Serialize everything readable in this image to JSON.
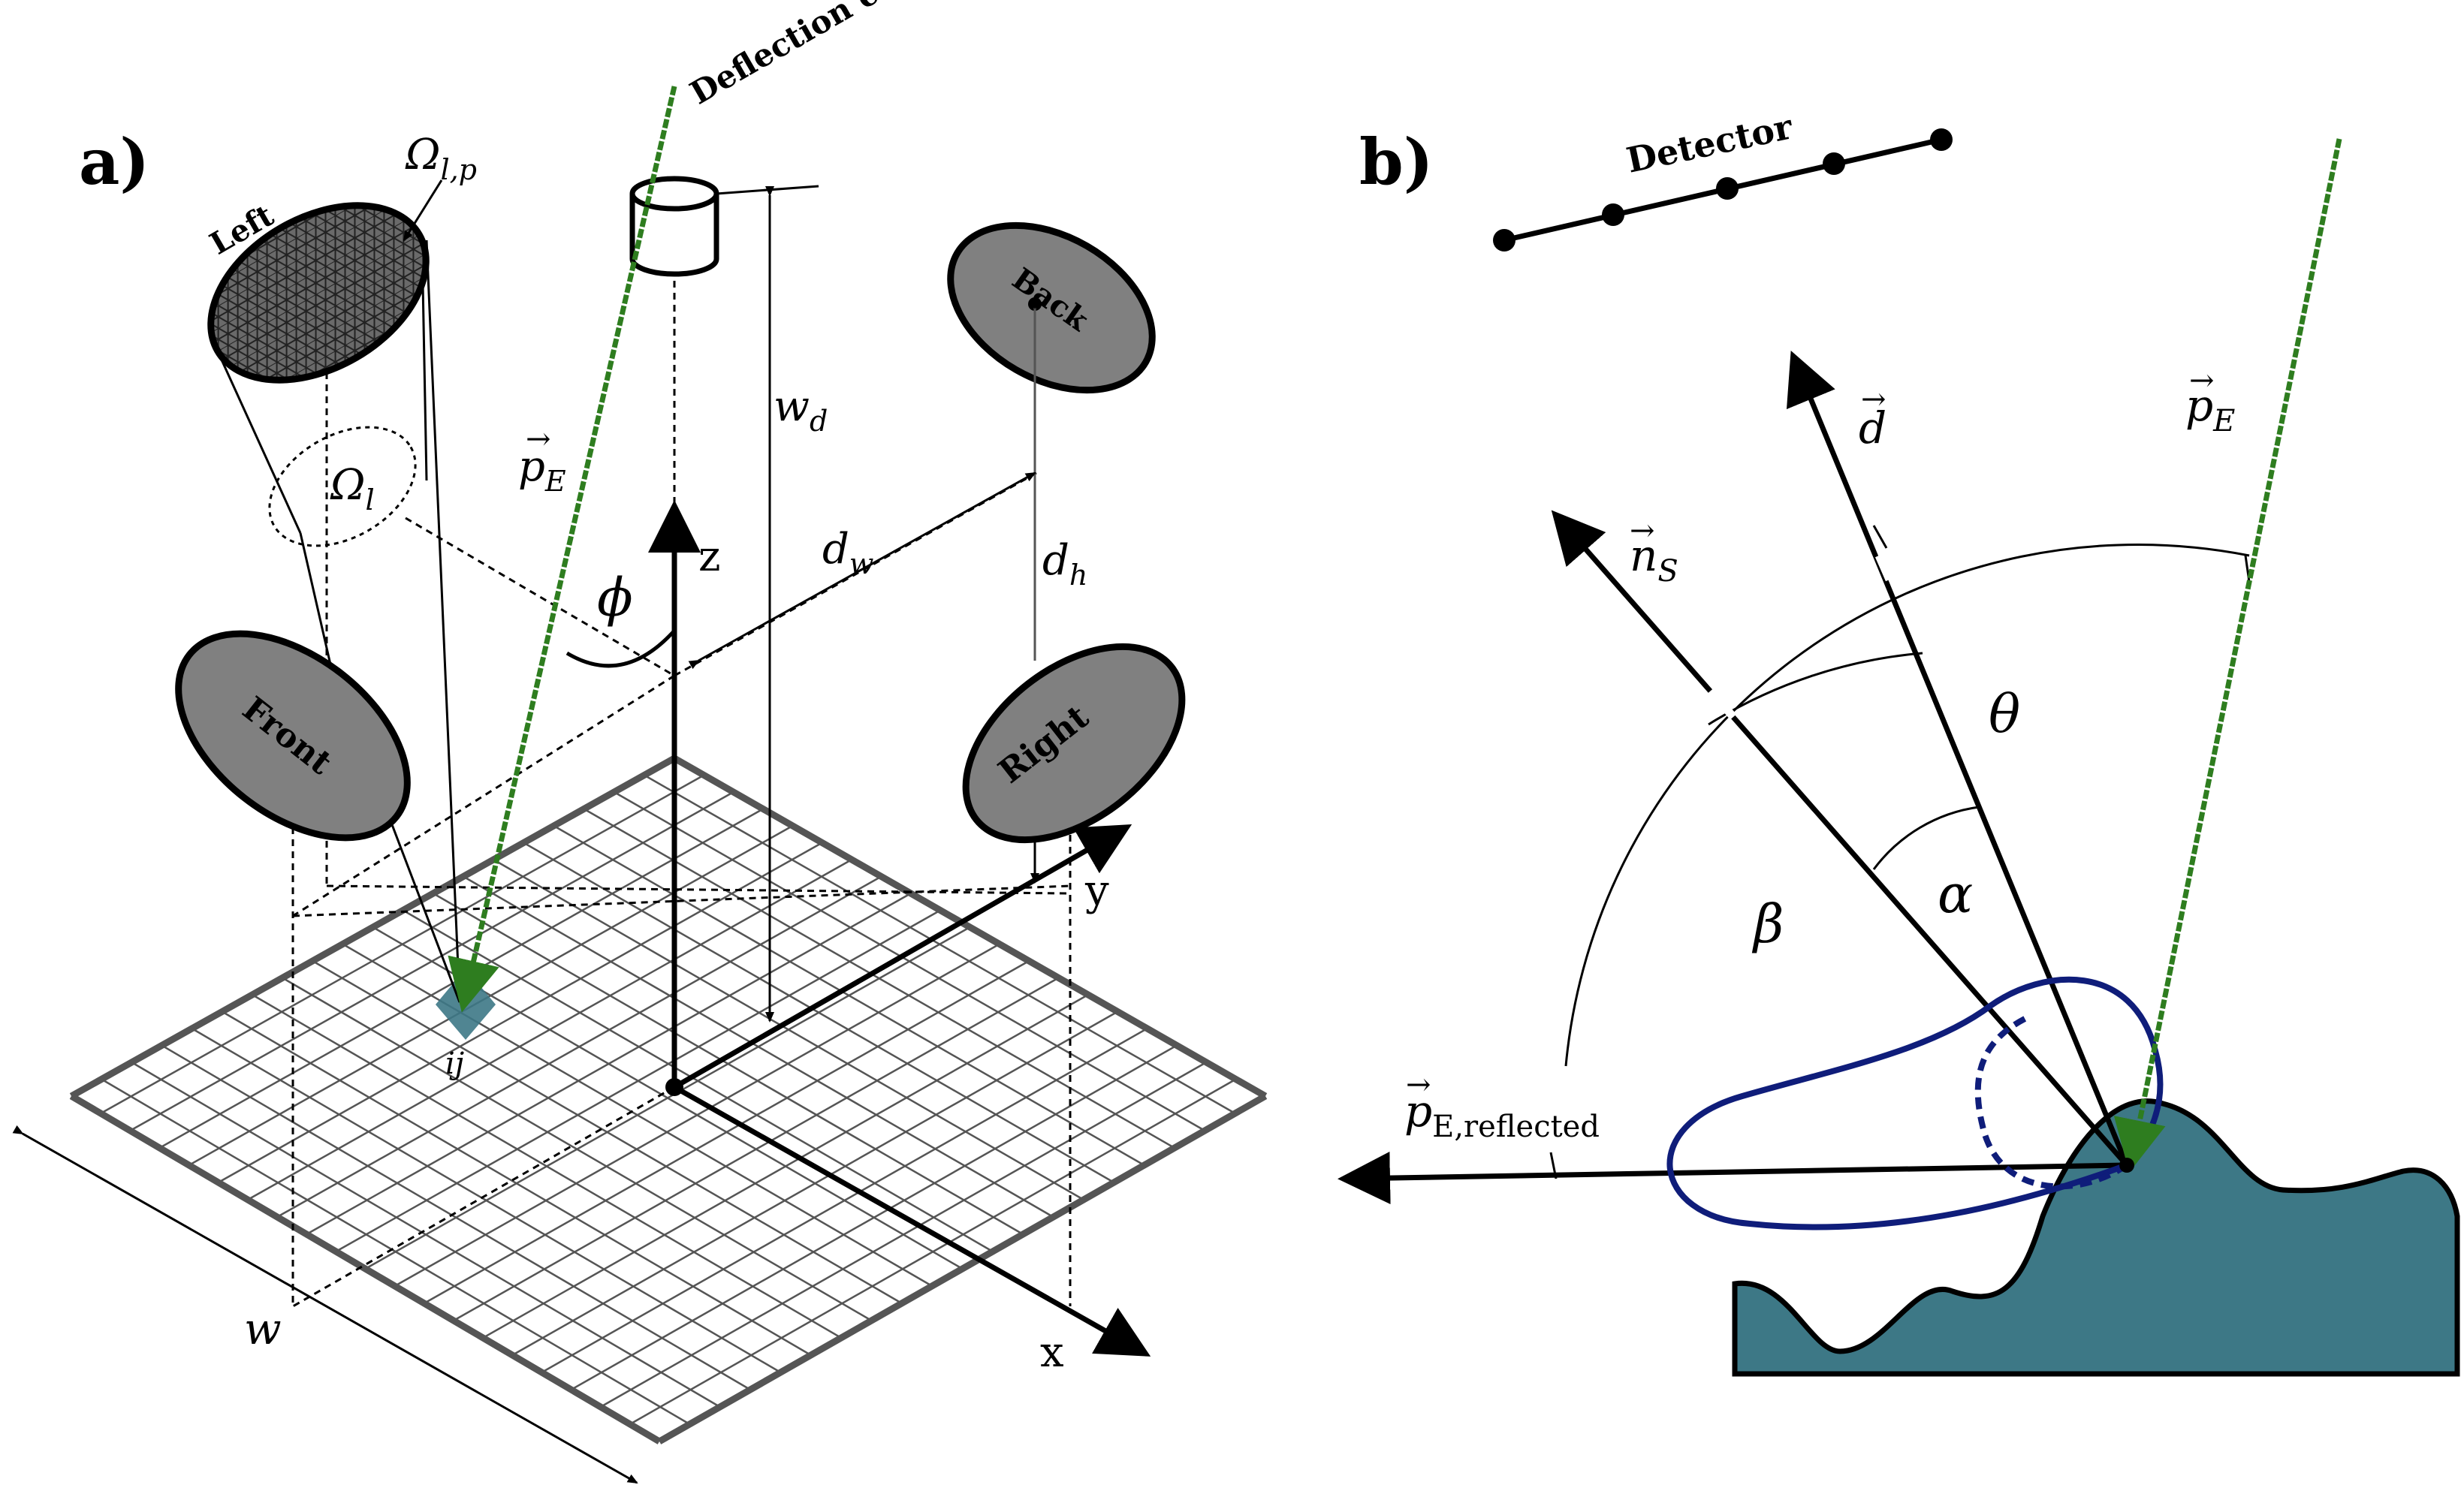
{
  "panel_a": {
    "panel_label": "a)",
    "coils_label": "Deflection coils",
    "left_label": "Left",
    "back_label": "Back",
    "front_label": "Front",
    "right_label": "Right",
    "omega_lp_label": "Ω",
    "omega_lp_sub": "l,p",
    "omega_l_label": "Ω",
    "omega_l_sub": "l",
    "pE_label": "p",
    "pE_sub": "E",
    "phi_label": "ϕ",
    "wd_label": "w",
    "wd_sub": "d",
    "dw_label": "d",
    "dw_sub": "w",
    "dh_label": "d",
    "dh_sub": "h",
    "z_label": "z",
    "y_label": "y",
    "x_label": "x",
    "ij_label": "ij",
    "w_label": "w"
  },
  "panel_b": {
    "panel_label": "b)",
    "detector_label": "Detector",
    "d_label": "d",
    "ns_label": "n",
    "ns_sub": "S",
    "pE_label": "p",
    "pE_sub": "E",
    "theta_label": "θ",
    "alpha_label": "α",
    "beta_label": "β",
    "reflected_label": "p",
    "reflected_sub": "E,reflected"
  },
  "colors": {
    "beam": "#2e7d1f",
    "lobe": "#0f1d7a",
    "surface": "#3d7886",
    "detector_gray": "#808080",
    "pixel_hi": "#3d7886",
    "grid": "#555555"
  }
}
